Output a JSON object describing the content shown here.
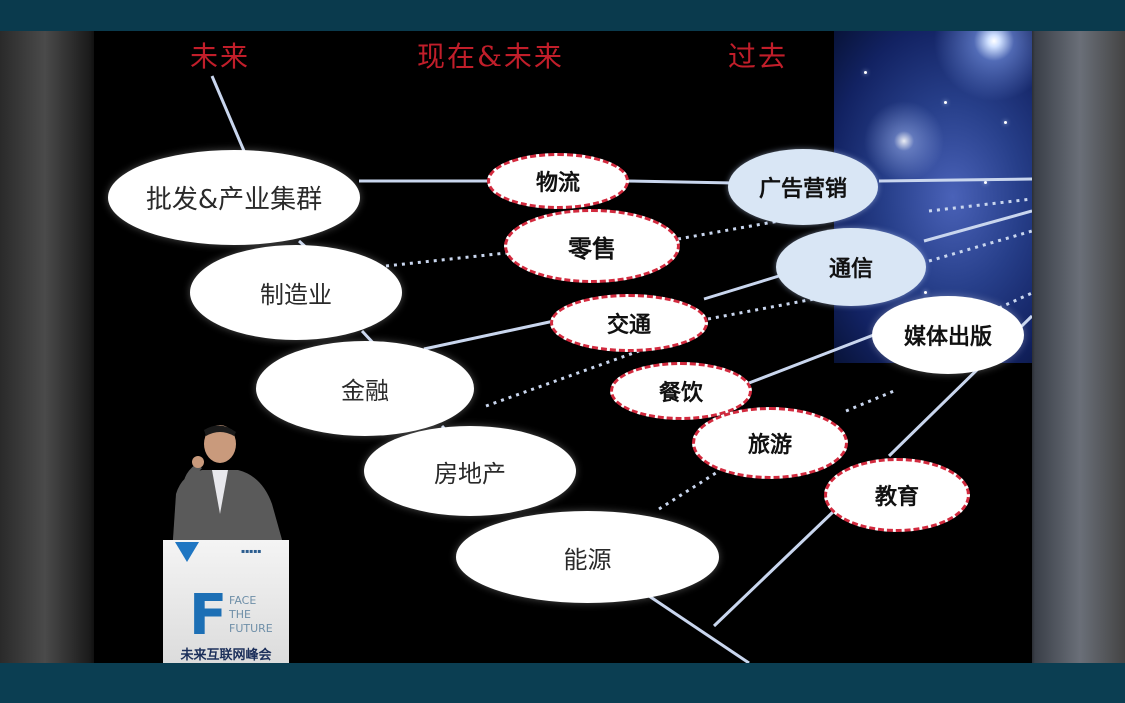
{
  "slide": {
    "headings": {
      "future": "未来",
      "present_future": "现在&未来",
      "past": "过去"
    },
    "left_column": [
      "批发&产业集群",
      "制造业",
      "金融",
      "房地产",
      "能源"
    ],
    "middle_column": [
      "物流",
      "零售",
      "交通",
      "餐饮",
      "旅游",
      "教育"
    ],
    "right_column": [
      "广告营销",
      "通信",
      "媒体出版"
    ],
    "colors": {
      "heading_red": "#c11e2a",
      "dash_red": "#d22a3e",
      "line_light": "#c9d6ee"
    }
  },
  "podium": {
    "slogan_lines": [
      "FACE",
      "THE",
      "FUTURE"
    ],
    "summit_cn": "未来互联网峰会"
  }
}
